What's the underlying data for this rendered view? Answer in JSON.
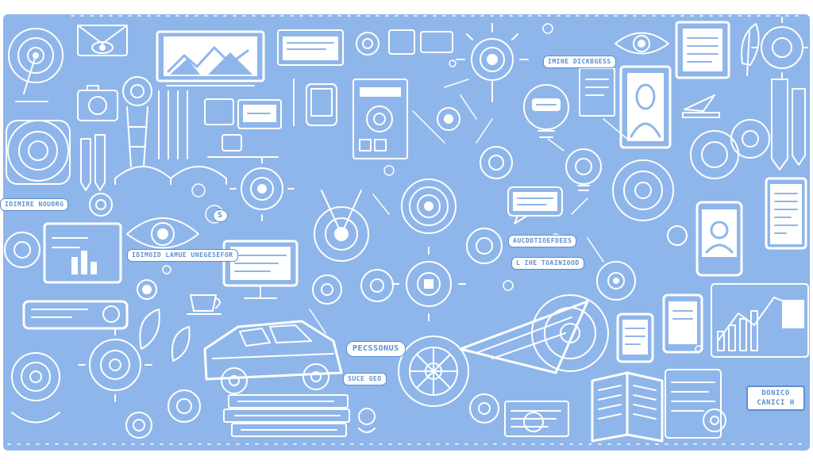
{
  "colors": {
    "background": "#8fb6ea",
    "line": "#ffffff",
    "accent": "#5b8fd0",
    "page": "#ffffff"
  },
  "labels": {
    "top_right_banner": "IMINE DICKBGESS",
    "left_banner": "IDIMIRE NOUDRG",
    "center_left_banner": "IDIMOID LAMUE UNEGESEFOR",
    "center_right_banner_1": "AUCDDTIOEFDEES",
    "center_right_banner_2": "L IHE TOAINIOOD",
    "presentation_badge": "PECSSONUS",
    "small_badge": "SUCE GEO",
    "bottom_right_sign_line1": "DONICO",
    "bottom_right_sign_line2": "CANICI H",
    "small_tile_text": "S"
  },
  "icons": [
    "target-icon",
    "envelope-eye-icon",
    "mountain-chart-icon",
    "browser-window-icon",
    "gear-icon",
    "eye-icon",
    "document-icon",
    "idea-bulb-icon",
    "portrait-frame-icon",
    "pencil-icon",
    "camera-icon",
    "tablet-icon",
    "car-icon",
    "paper-plane-icon",
    "open-book-icon",
    "bar-chart-icon",
    "smartphone-icon",
    "coffee-cup-icon",
    "magnifier-icon",
    "speech-bubble-icon",
    "monitor-icon",
    "leaf-icon",
    "stack-of-books-icon",
    "trophy-icon"
  ]
}
